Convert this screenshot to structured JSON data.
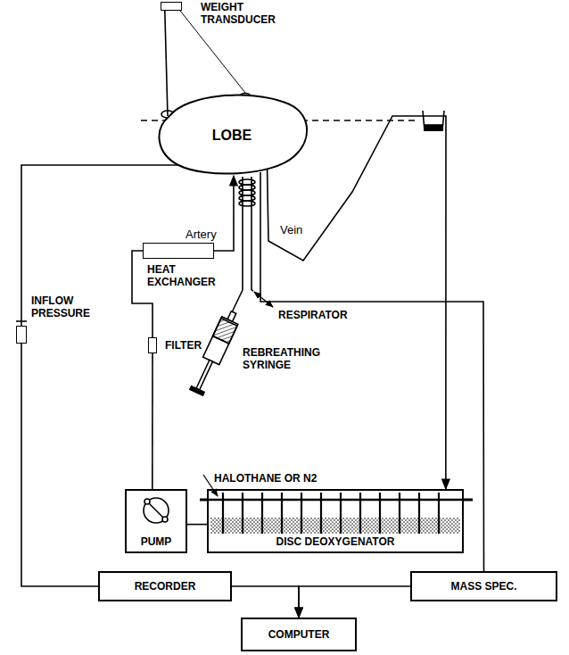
{
  "diagram": {
    "nodes": [
      {
        "text": [
          "WEIGHT TRANSDUCER"
        ]
      },
      {
        "text": [
          "LOBE"
        ]
      },
      {
        "text": [
          "HEAT EXCHANGER"
        ]
      },
      {
        "text": [
          "FILTER"
        ]
      },
      {
        "text": [
          "INFLOW PRESSURE"
        ]
      },
      {
        "text": [
          "PUMP"
        ]
      },
      {
        "text": [
          "DISC DEOXYGENATOR"
        ]
      },
      {
        "text": [
          "RECORDER"
        ]
      },
      {
        "text": [
          "MASS SPEC."
        ]
      },
      {
        "text": [
          "COMPUTER"
        ]
      }
    ],
    "edges": [
      {
        "from": 0,
        "to": 1,
        "arrow": "none"
      },
      {
        "from": 5,
        "to": 3,
        "arrow": "none"
      },
      {
        "from": 3,
        "to": 2,
        "arrow": "none"
      },
      {
        "from": 2,
        "to": 1,
        "label": "Artery",
        "arrow": "to"
      },
      {
        "from": 1,
        "to": 6,
        "label": "Vein",
        "arrow": "to"
      },
      {
        "from": 6,
        "to": 5,
        "arrow": "none"
      },
      {
        "from": 4,
        "to": 1,
        "arrow": "none"
      },
      {
        "from": 4,
        "to": 7,
        "arrow": "none"
      },
      {
        "from": 7,
        "to": 9,
        "arrow": "to"
      },
      {
        "from": 8,
        "to": 9,
        "arrow": "to"
      },
      {
        "from": 8,
        "to": 1,
        "arrow": "none"
      }
    ],
    "labels": [
      "RESPIRATOR",
      "REBREATHING SYRINGE",
      "HALOTHANE OR N2"
    ]
  }
}
